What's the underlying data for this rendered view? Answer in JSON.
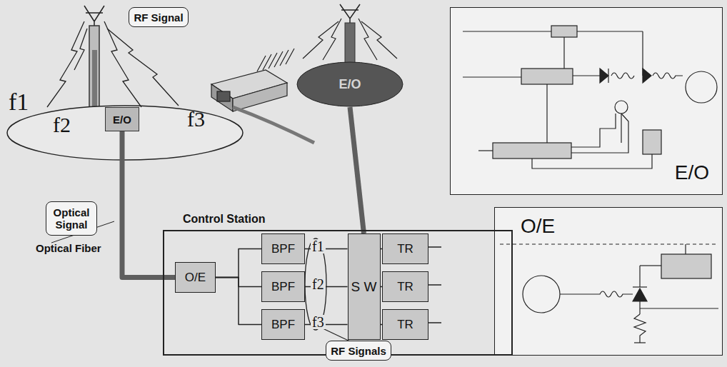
{
  "diagram": {
    "nodes": [
      {
        "text": [
          "E/O"
        ]
      },
      {
        "text": [
          "E/O"
        ]
      },
      {
        "text": [
          "Control Station"
        ]
      },
      {
        "text": [
          "O/E"
        ],
        "in": 2
      },
      {
        "text": [
          "BPF"
        ],
        "in": 2
      },
      {
        "text": [
          "BPF"
        ],
        "in": 2
      },
      {
        "text": [
          "BPF"
        ],
        "in": 2
      },
      {
        "text": [
          "S W"
        ],
        "in": 2
      },
      {
        "text": [
          "TR"
        ],
        "in": 2
      },
      {
        "text": [
          "TR"
        ],
        "in": 2
      },
      {
        "text": [
          "TR"
        ],
        "in": 2
      },
      {
        "text": [
          "RF Signal"
        ]
      },
      {
        "text": [
          "Optical Signal"
        ]
      },
      {
        "text": [
          "RF Signals"
        ]
      },
      {
        "text": [
          "E/O"
        ]
      },
      {
        "text": [
          "O/E"
        ]
      }
    ],
    "edges": [
      {
        "from": 0,
        "to": 3,
        "arrow": "none"
      },
      {
        "from": 1,
        "to": 7,
        "arrow": "none"
      },
      {
        "from": 3,
        "to": 4,
        "arrow": "none"
      },
      {
        "from": 3,
        "to": 5,
        "arrow": "none"
      },
      {
        "from": 3,
        "to": 6,
        "arrow": "none"
      },
      {
        "from": 4,
        "to": 7,
        "arrow": "none"
      },
      {
        "from": 5,
        "to": 7,
        "arrow": "none"
      },
      {
        "from": 6,
        "to": 7,
        "arrow": "none"
      },
      {
        "from": 7,
        "to": 8,
        "arrow": "none"
      },
      {
        "from": 7,
        "to": 9,
        "arrow": "none"
      },
      {
        "from": 7,
        "to": 10,
        "arrow": "none"
      }
    ],
    "labels": [
      "f1",
      "f2",
      "f3",
      "Optical Fiber",
      "f1",
      "f2",
      "f3"
    ]
  }
}
